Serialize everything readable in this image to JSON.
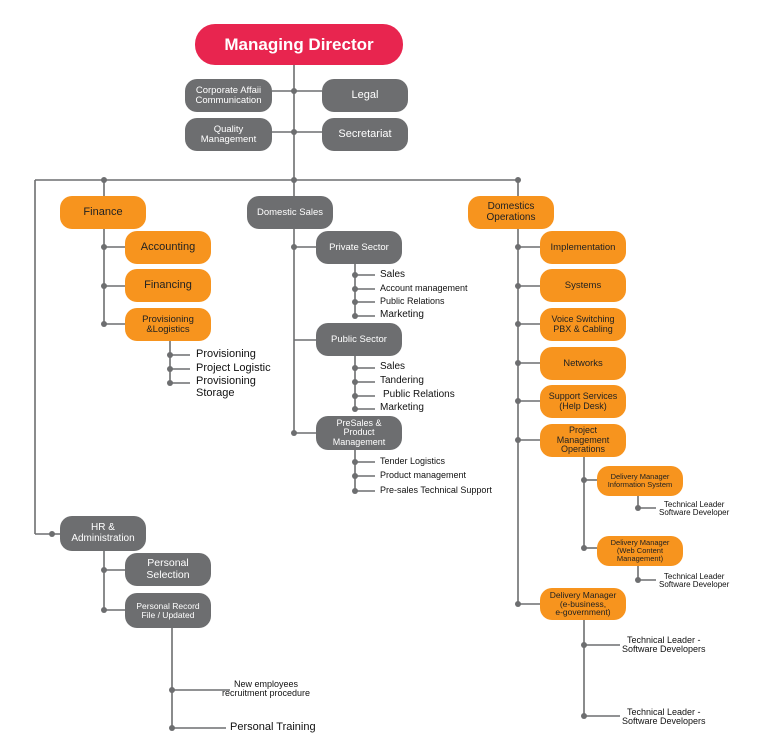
{
  "chart_title": "",
  "top": {
    "managing_director": "Managing Director"
  },
  "staff": {
    "corporate": "Corporate Affaii\nCommunication",
    "legal": "Legal",
    "quality": "Quality\nManagement",
    "secretariat": "Secretariat"
  },
  "finance": {
    "title": "Finance",
    "accounting": "Accounting",
    "financing": "Financing",
    "provisioning": "Provisioning\n&Logistics",
    "items": [
      "Provisioning",
      "Project Logistic",
      "Provisioning\nStorage"
    ]
  },
  "sales": {
    "title": "Domestic Sales",
    "private": {
      "title": "Private Sector",
      "items": [
        "Sales",
        "Account management",
        "Public Relations",
        "Marketing"
      ]
    },
    "public": {
      "title": "Public Sector",
      "items": [
        "Sales",
        "Tandering",
        "Public Relations",
        "Marketing"
      ]
    },
    "presales": {
      "title": "PreSales &\nProduct\nManagement",
      "items": [
        "Tender Logistics",
        "Product management",
        "Pre-sales Technical Support"
      ]
    }
  },
  "operations": {
    "title": "Domestics\nOperations",
    "implementation": "Implementation",
    "systems": "Systems",
    "voice": "Voice Switching\nPBX & Cabling",
    "networks": "Networks",
    "support": "Support Services\n(Help Desk)",
    "pmo": "Project\nManagement\nOperations",
    "dm_info": "Delivery Manager\nInformation System",
    "dm_info_tl": "Technical Leader\nSoftware Developer",
    "dm_web": "Delivery Manager\n(Web Content\nManagement)",
    "dm_web_tl": "Technical Leader\nSoftware Developer",
    "dm_ebiz": "Delivery Manager\n(e-business,\ne-government)",
    "dm_ebiz_tl1": "Technical Leader -\nSoftware Developers",
    "dm_ebiz_tl2": "Technical Leader -\nSoftware Developers"
  },
  "hr": {
    "title": "HR &\nAdministration",
    "personal_selection": "Personal\nSelection",
    "personal_record": "Personal Record\nFile / Updated",
    "recruitment": "New employees\nrecruitment procedure",
    "training": "Personal Training"
  },
  "colors": {
    "red": "#e8254f",
    "gray": "#6d6e70",
    "orange": "#f7941e",
    "line": "#6d6e70"
  }
}
